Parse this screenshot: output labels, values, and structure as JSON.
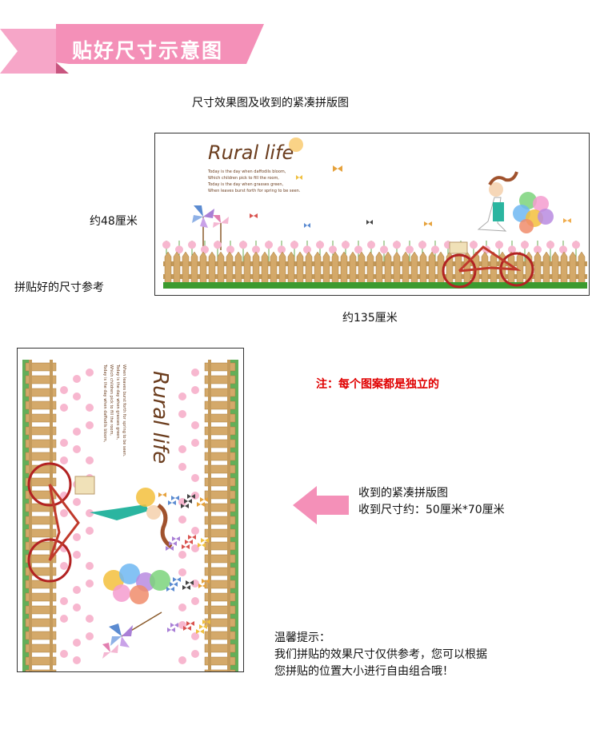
{
  "header": {
    "title": "贴好尺寸示意图"
  },
  "captions": {
    "result_title": "尺寸效果图及收到的紧凑拼版图",
    "height_size": "约48厘米",
    "reference": "拼贴好的尺寸参考",
    "width_size": "约135厘米"
  },
  "preview": {
    "title": "Rural life",
    "poem": [
      "Today is the day when daffodils bloom,",
      "Which children pick to fill the room,",
      "Today is the day when grasses green,",
      "When leaves burst forth for spring to be seen."
    ]
  },
  "note": "注：每个图案都是独立的",
  "packed": {
    "line1": "收到的紧凑拼版图",
    "line2": "收到尺寸约：50厘米*70厘米"
  },
  "tips": {
    "title": "温馨提示：",
    "line1": "我们拼贴的效果尺寸仅供参考，您可以根据",
    "line2": "您拼贴的位置大小进行自由组合哦！"
  },
  "colors": {
    "pink": "#f490b8",
    "fence": "#c49a5b",
    "grass": "#3c9a2f",
    "note_red": "#e00000"
  }
}
